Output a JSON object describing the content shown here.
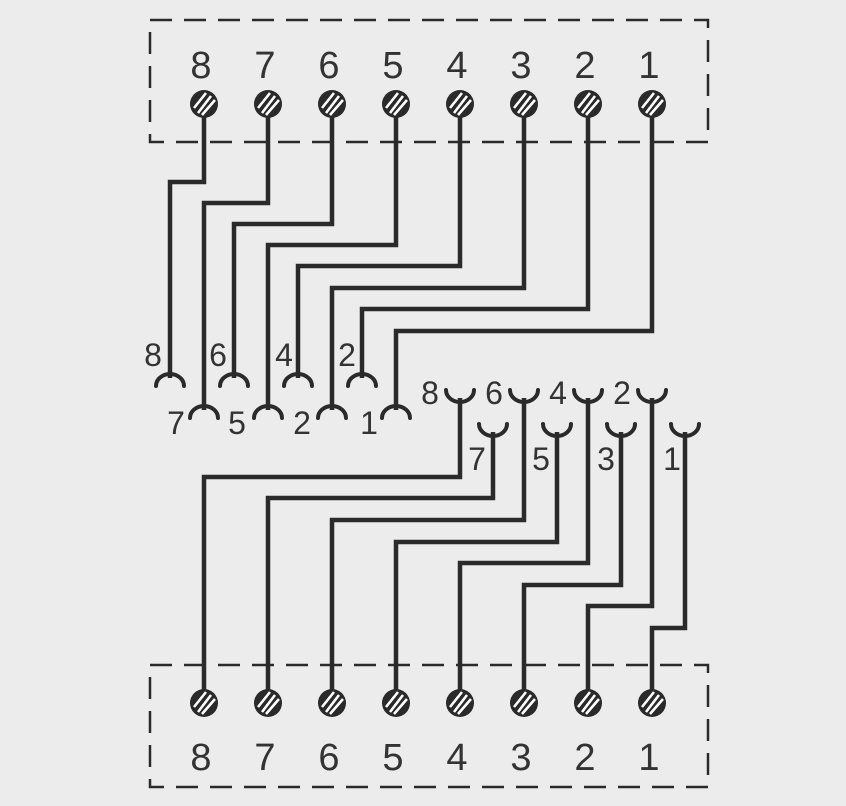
{
  "top_block": {
    "terminal_labels": [
      "8",
      "7",
      "6",
      "5",
      "4",
      "3",
      "2",
      "1"
    ]
  },
  "bottom_block": {
    "terminal_labels": [
      "8",
      "7",
      "6",
      "5",
      "4",
      "3",
      "2",
      "1"
    ]
  },
  "left_socket": {
    "upper_pins": [
      "8",
      "6",
      "4",
      "2"
    ],
    "lower_pins": [
      "7",
      "5",
      "2",
      "1"
    ]
  },
  "right_socket": {
    "upper_pins": [
      "8",
      "6",
      "4",
      "2"
    ],
    "lower_pins": [
      "7",
      "5",
      "3",
      "1"
    ]
  },
  "colors": {
    "line": "#2a2a2a",
    "background": "#ececec",
    "label": "#333333"
  }
}
